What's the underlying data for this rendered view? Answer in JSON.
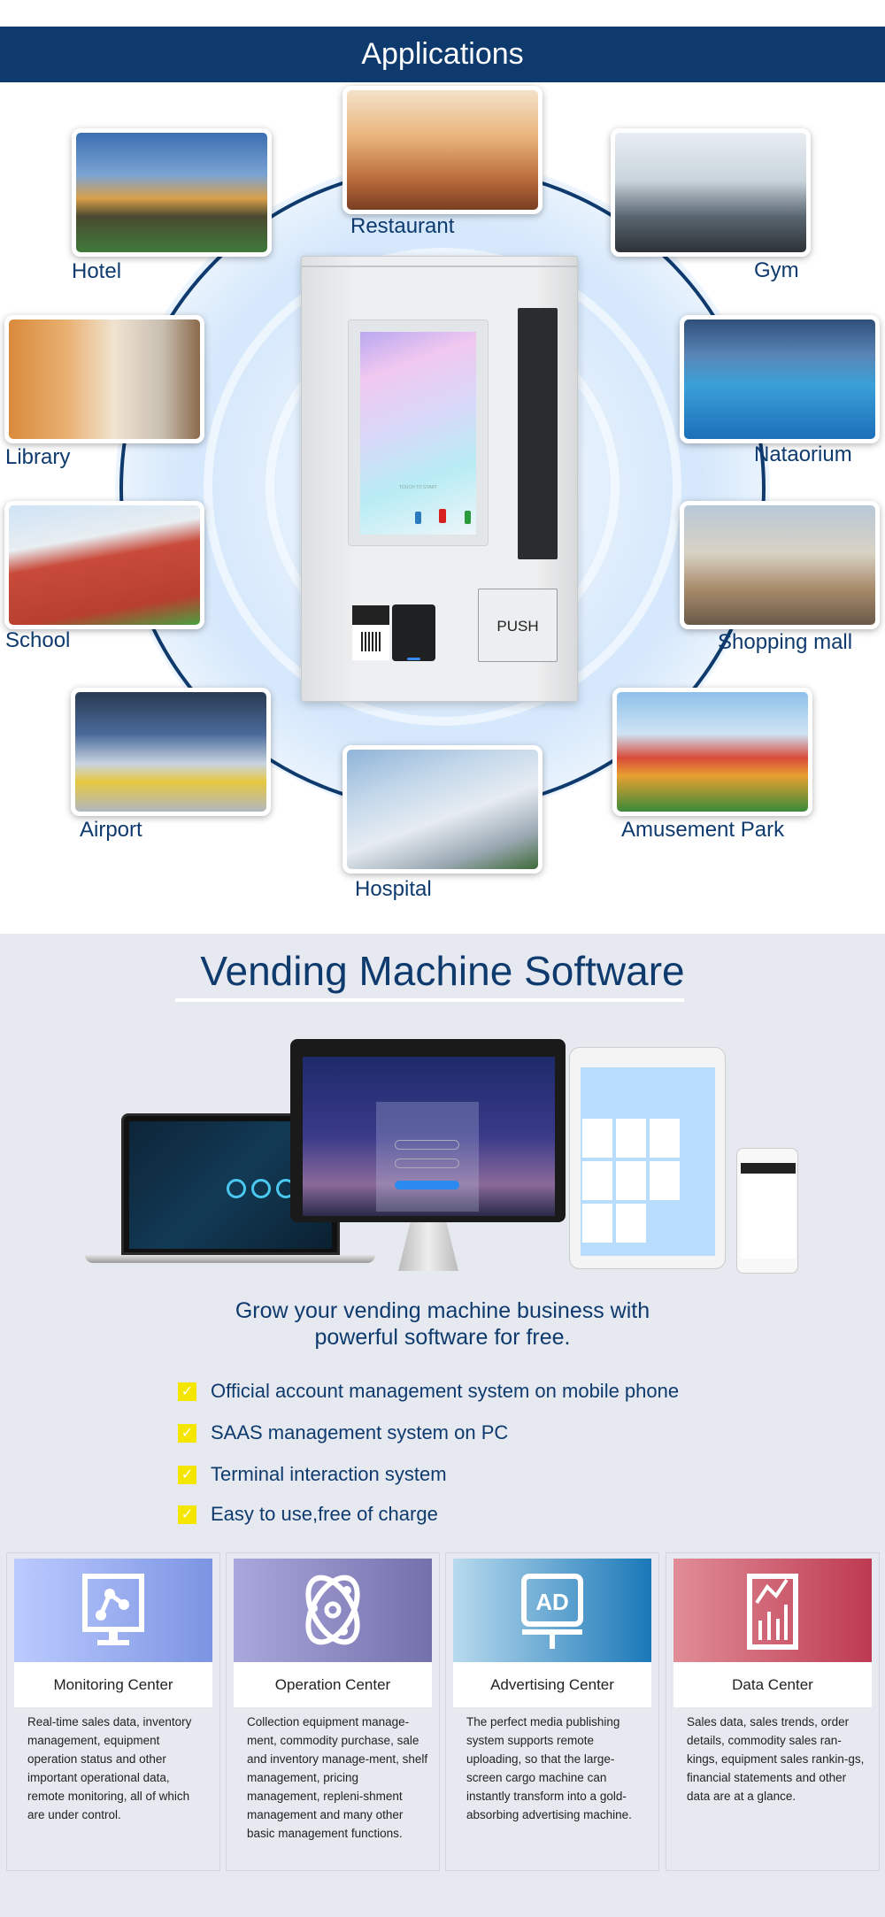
{
  "applications": {
    "title": "Applications",
    "places": [
      "Restaurant",
      "Hotel",
      "Gym",
      "Library",
      "Nataorium",
      "School",
      "Shopping mall",
      "Airport",
      "Amusement Park",
      "Hospital"
    ],
    "machine": {
      "screen_text": "TOUCH TO START",
      "push_label": "PUSH"
    }
  },
  "software": {
    "title": "Vending Machine Software",
    "tagline_1": "Grow your vending machine business with",
    "tagline_2": "powerful software for free.",
    "features": [
      "Official account management system on mobile phone",
      "SAAS management system on PC",
      "Terminal interaction system",
      "Easy to use,free of charge"
    ],
    "cards": [
      {
        "title": "Monitoring Center",
        "icon": "monitor-graph-icon",
        "desc": "Real-time sales data, inventory management, equipment operation status and other important operational data, remote monitoring, all of which are under control."
      },
      {
        "title": "Operation Center",
        "icon": "atom-icon",
        "desc": "Collection equipment manage-ment, commodity purchase, sale and inventory manage-ment, shelf management, pricing management, repleni-shment management and many other basic management functions."
      },
      {
        "title": "Advertising Center",
        "icon": "ad-board-icon",
        "icon_text": "AD",
        "desc": "The perfect media publishing system supports remote uploading, so that the large-screen cargo machine can instantly transform into a gold-absorbing advertising machine."
      },
      {
        "title": "Data Center",
        "icon": "chart-report-icon",
        "desc": "Sales data, sales trends, order details, commodity sales ran-kings, equipment sales rankin-gs, financial statements and other data are at a glance."
      }
    ]
  },
  "colors": {
    "navy": "#0e3a6e",
    "check": "#f5e600",
    "bg": "#e6e9f0"
  }
}
